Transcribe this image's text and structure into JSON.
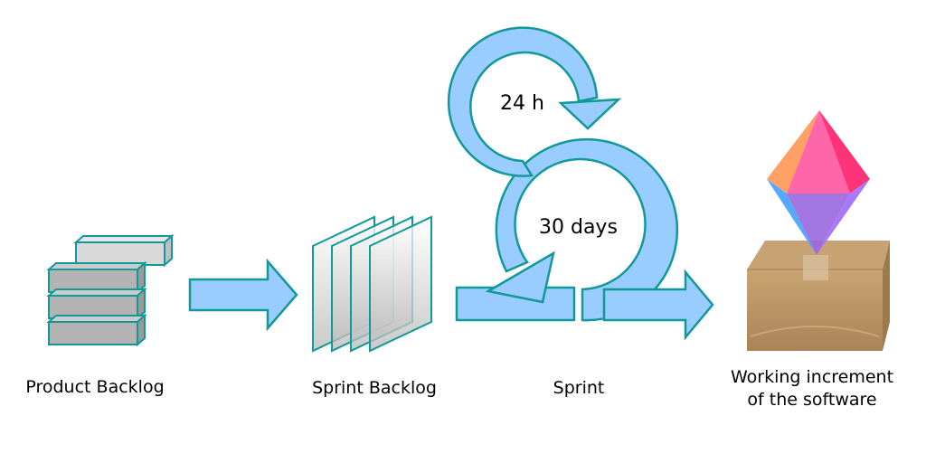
{
  "labels": {
    "product_backlog": "Product Backlog",
    "sprint_backlog": "Sprint Backlog",
    "sprint": "Sprint",
    "increment_line1": "Working increment",
    "increment_line2": "of the software",
    "daily_cycle": "24 h",
    "sprint_cycle": "30 days"
  },
  "colors": {
    "arrow_fill": "#99ccff",
    "arrow_stroke": "#119999",
    "block_fill": "#b3b3b3",
    "block_light": "#d9d9d9",
    "box_fill": "#b08a5a"
  }
}
